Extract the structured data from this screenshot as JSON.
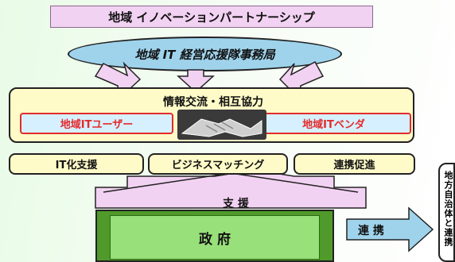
{
  "title": "地域 イノベーションパートナーシップ",
  "secretariat": "地域 IT 経営応援隊事務局",
  "info_exchange": {
    "title": "情報交流・相互協力",
    "left": "地域ITユーザー",
    "right": "地域ITベンダ"
  },
  "activities": [
    "IT化支援",
    "ビジネスマッチング",
    "連携促進"
  ],
  "support": "支 援",
  "government": "政 府",
  "cooperation": "連 携",
  "local_government": "地方自治体と連携"
}
